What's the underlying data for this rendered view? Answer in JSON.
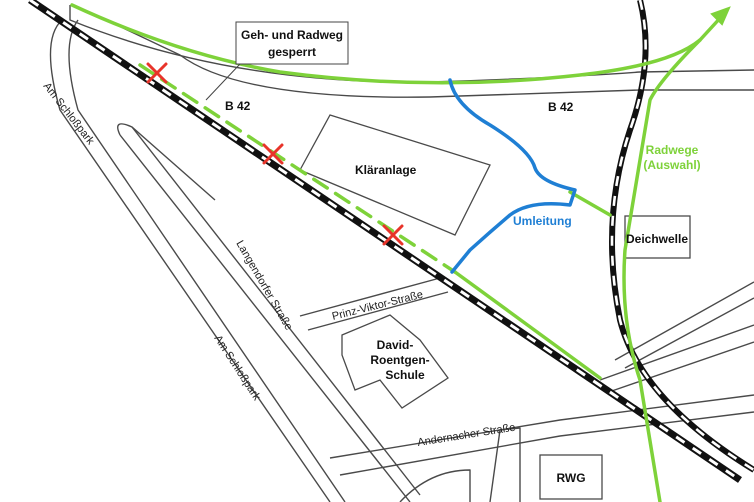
{
  "colors": {
    "bike_route": "#7ed23a",
    "detour": "#1f7fd4",
    "blocked_marker": "#e8342a",
    "road_outline": "#4a4a4a",
    "railway": "#111111"
  },
  "labels": {
    "closed_path": [
      "Geh- und Radweg",
      "gesperrt"
    ],
    "b42_left": "B 42",
    "b42_right": "B 42",
    "sewage_plant": "Kläranlage",
    "detour": "Umleitung",
    "bike_routes": [
      "Radwege",
      "(Auswahl)"
    ],
    "deichwelle": "Deichwelle",
    "prinz_viktor": "Prinz-Viktor-Straße",
    "school": [
      "David-",
      "Roentgen-",
      "Schule"
    ],
    "andernacher": "Andernacher Straße",
    "rwg": "RWG",
    "am_schlosspark_top": "Am Schloßpark",
    "langendorfer": "Langendorfer Straße",
    "am_schlosspark_bottom": "Am Schloßpark"
  },
  "icons": {
    "blocked": "red-x-icon",
    "direction": "green-arrow-icon"
  }
}
